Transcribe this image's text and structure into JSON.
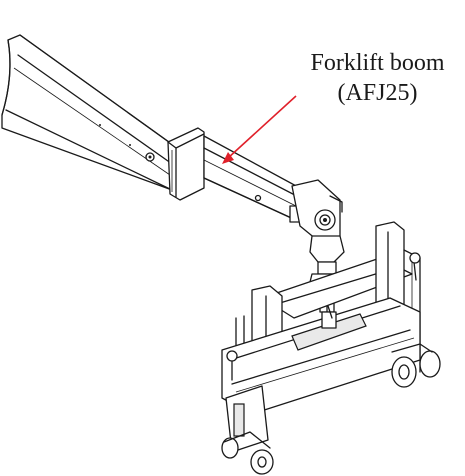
{
  "callout": {
    "line1": "Forklift boom",
    "line2": "(AFJ25)",
    "arrow_color": "#e0202a"
  },
  "drawing": {
    "style": "technical line drawing",
    "parts": [
      "boom-outer-section",
      "boom-inner-section",
      "boom-collar",
      "boom-tip-bracket",
      "swivel-hook",
      "lifting-clamp-frame",
      "clamp-wheels"
    ]
  }
}
